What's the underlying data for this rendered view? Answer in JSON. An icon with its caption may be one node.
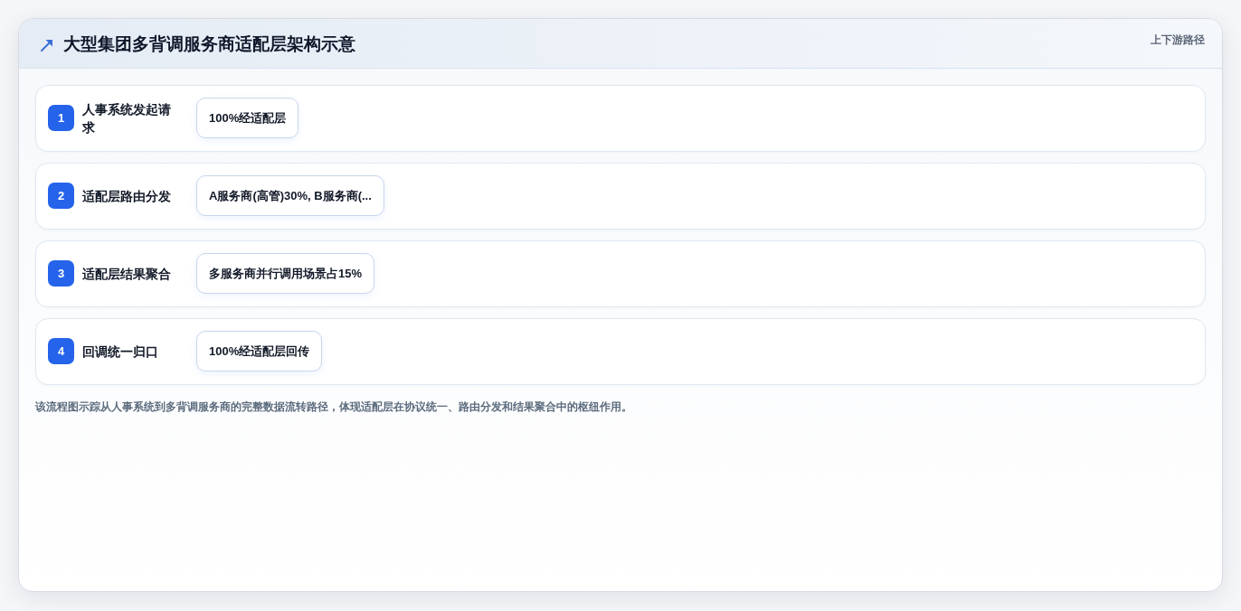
{
  "diagram": {
    "title": "大型集团多背调服务商适配层架构示意",
    "nodes": [
      {
        "text": [
          "人事系统发起请求"
        ]
      },
      {
        "text": [
          "1"
        ],
        "in": 0
      },
      {
        "text": [
          "100%经适配层"
        ],
        "in": 0
      },
      {
        "text": [
          "适配层路由分发"
        ]
      },
      {
        "text": [
          "2"
        ],
        "in": 3
      },
      {
        "text": [
          "A服务商(高管)30%, B服务商(..."
        ],
        "in": 3
      },
      {
        "text": [
          "适配层结果聚合"
        ]
      },
      {
        "text": [
          "3"
        ],
        "in": 6
      },
      {
        "text": [
          "多服务商并行调用场景占15%"
        ],
        "in": 6
      },
      {
        "text": [
          "回调统一归口"
        ]
      },
      {
        "text": [
          "4"
        ],
        "in": 9
      },
      {
        "text": [
          "100%经适配层回传"
        ],
        "in": 9
      }
    ],
    "labels": [
      "上下游路径"
    ],
    "caption": "该流程图示踪从人事系统到多背调服务商的完整数据流转路径，体现适配层在协议统一、路由分发和结果聚合中的枢纽作用。"
  }
}
